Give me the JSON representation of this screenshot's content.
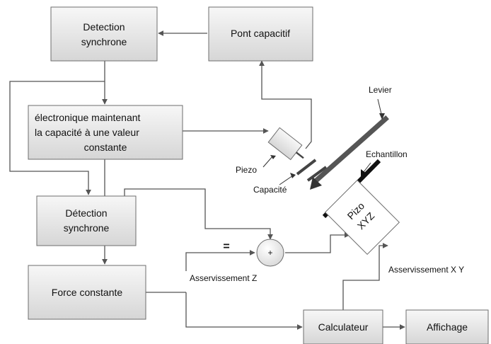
{
  "blocks": {
    "detection_synchrone_top": [
      "Detection",
      "synchrone"
    ],
    "pont_capacitif": "Pont capacitif",
    "electronique": [
      "électronique maintenant",
      "la capacité à une valeur",
      "constante"
    ],
    "detection_synchrone_bottom": [
      "Détection",
      "synchrone"
    ],
    "force_constante": "Force constante",
    "calculateur": "Calculateur",
    "affichage": "Affichage"
  },
  "labels": {
    "levier": "Levier",
    "echantillon": "Echantillon",
    "piezo": "Piezo",
    "capacite": "Capacité",
    "piezo_xyz": [
      "Pizo",
      "XYZ"
    ],
    "asservissement_z": "Asservissement Z",
    "asservissement_xy": "Asservissement  X Y",
    "equals": "=",
    "plus": "+"
  },
  "colors": {
    "box_fill_top": "#f7f7f7",
    "box_fill_bottom": "#d6d6d6",
    "wire": "#555555",
    "lever": "#555555",
    "sample": "#111111"
  }
}
